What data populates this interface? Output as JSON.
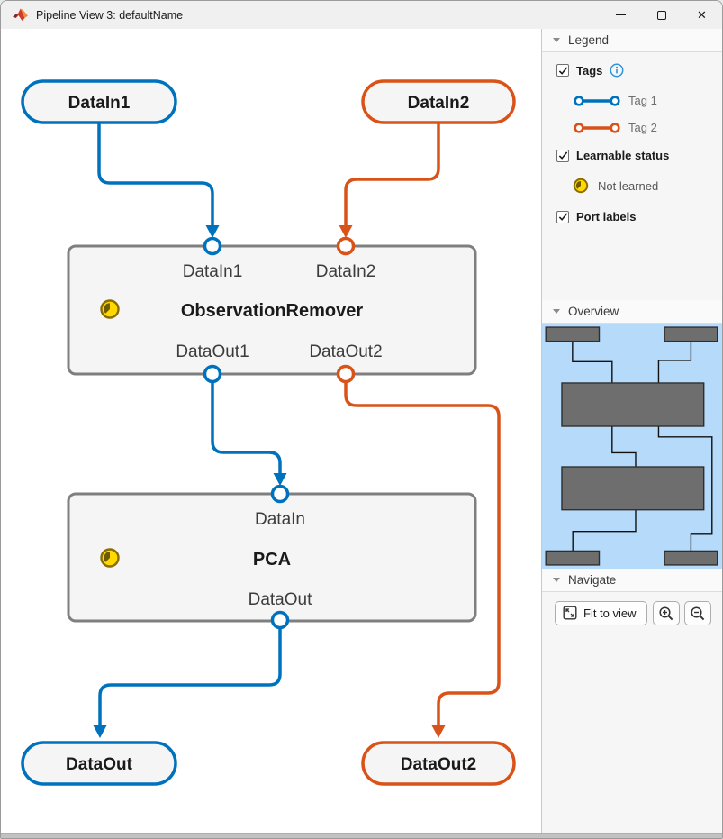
{
  "titlebar": {
    "title": "Pipeline View 3: defaultName",
    "icons": {
      "app": "matlab-logo",
      "minimize": "minimize-icon",
      "maximize": "maximize-icon",
      "close": "close-icon"
    },
    "close_glyph": "✕"
  },
  "diagram": {
    "io_nodes": [
      {
        "id": "datain1",
        "label": "DataIn1",
        "tag": "Tag 1",
        "color": "#0072BD"
      },
      {
        "id": "datain2",
        "label": "DataIn2",
        "tag": "Tag 2",
        "color": "#D95319"
      },
      {
        "id": "dataout",
        "label": "DataOut",
        "tag": "Tag 1",
        "color": "#0072BD"
      },
      {
        "id": "dataout2",
        "label": "DataOut2",
        "tag": "Tag 2",
        "color": "#D95319"
      }
    ],
    "blocks": [
      {
        "title": "ObservationRemover",
        "status": "Not learned",
        "in_ports": [
          "DataIn1",
          "DataIn2"
        ],
        "out_ports": [
          "DataOut1",
          "DataOut2"
        ]
      },
      {
        "title": "PCA",
        "status": "Not learned",
        "in_ports": [
          "DataIn"
        ],
        "out_ports": [
          "DataOut"
        ]
      }
    ],
    "edges": [
      {
        "from": "DataIn1",
        "to": "ObservationRemover/DataIn1",
        "tag": "Tag 1"
      },
      {
        "from": "DataIn2",
        "to": "ObservationRemover/DataIn2",
        "tag": "Tag 2"
      },
      {
        "from": "ObservationRemover/DataOut1",
        "to": "PCA/DataIn",
        "tag": "Tag 1"
      },
      {
        "from": "ObservationRemover/DataOut2",
        "to": "DataOut2",
        "tag": "Tag 2"
      },
      {
        "from": "PCA/DataOut",
        "to": "DataOut",
        "tag": "Tag 1"
      }
    ],
    "colors": {
      "tag1": "#0072BD",
      "tag2": "#D95319",
      "block_border": "#7F7F7F",
      "block_fill": "#F5F5F5",
      "clock_fill": "#FFD900",
      "clock_ring": "#8A6D00",
      "minimap_bg": "#B5DAFA",
      "minimap_block": "#6E6E6E"
    }
  },
  "sidebar": {
    "legend": {
      "header": "Legend",
      "tags_label": "Tags",
      "tags_checked": true,
      "info_icon": "info",
      "items": [
        {
          "label": "Tag 1",
          "color": "#0072BD"
        },
        {
          "label": "Tag 2",
          "color": "#D95319"
        }
      ],
      "learnable_label": "Learnable status",
      "learnable_checked": true,
      "not_learned_label": "Not learned",
      "port_labels_label": "Port labels",
      "port_labels_checked": true
    },
    "overview": {
      "header": "Overview"
    },
    "navigate": {
      "header": "Navigate",
      "fit_button": "Fit to view",
      "zoom_in_icon": "magnifier-plus",
      "zoom_out_icon": "magnifier-minus"
    }
  }
}
